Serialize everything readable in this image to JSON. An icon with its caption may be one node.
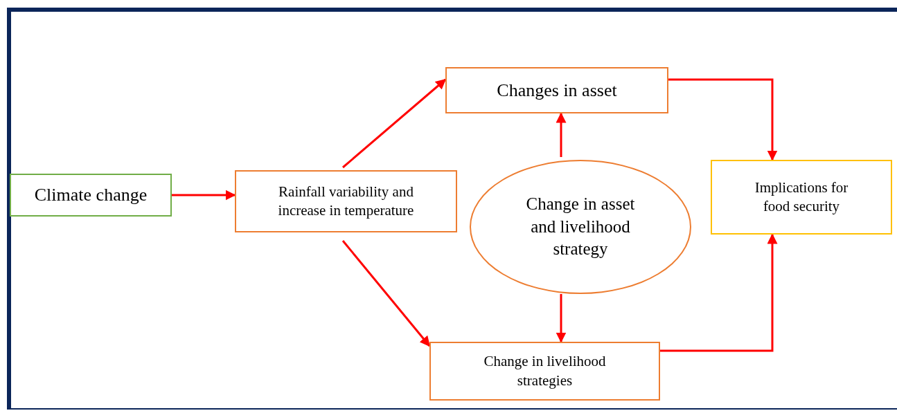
{
  "diagram": {
    "nodes": [
      {
        "text": [
          "Climate change"
        ]
      },
      {
        "text": [
          "Rainfall variability and increase in temperature"
        ]
      },
      {
        "text": [
          "Changes in asset"
        ]
      },
      {
        "text": [
          "Change in asset and livelihood strategy"
        ]
      },
      {
        "text": [
          "Implications for food security"
        ]
      },
      {
        "text": [
          "Change in livelihood strategies"
        ]
      }
    ],
    "edges": [
      {
        "from": 0,
        "to": 1,
        "arrow": "to"
      },
      {
        "from": 1,
        "to": 2,
        "arrow": "to"
      },
      {
        "from": 1,
        "to": 5,
        "arrow": "to"
      },
      {
        "from": 3,
        "to": 2,
        "arrow": "to"
      },
      {
        "from": 3,
        "to": 5,
        "arrow": "to"
      },
      {
        "from": 2,
        "to": 4,
        "arrow": "to"
      },
      {
        "from": 5,
        "to": 4,
        "arrow": "to"
      }
    ]
  }
}
